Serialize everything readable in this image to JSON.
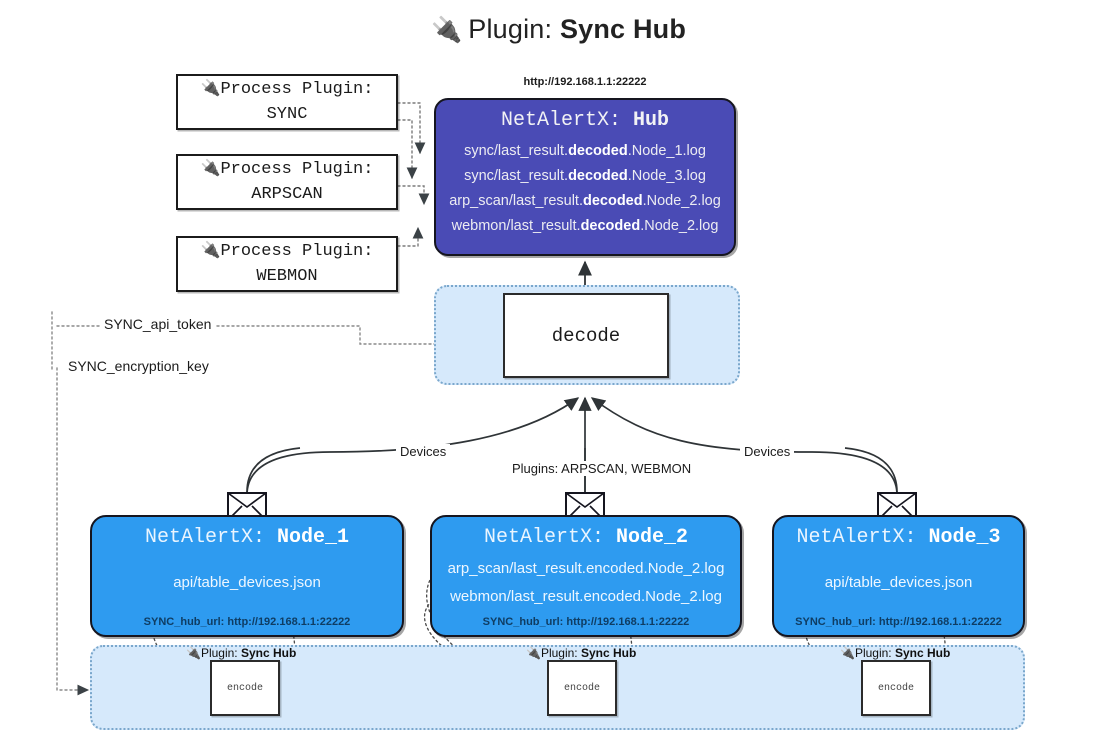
{
  "title": {
    "icon": "plug-icon",
    "glyph": "🔌",
    "prefix": "Plugin: ",
    "name": "Sync Hub"
  },
  "process_plugins": [
    {
      "glyph": "🔌",
      "line1": "Process Plugin:",
      "line2": "SYNC"
    },
    {
      "glyph": "🔌",
      "line1": "Process Plugin:",
      "line2": "ARPSCAN"
    },
    {
      "glyph": "🔌",
      "line1": "Process Plugin:",
      "line2": "WEBMON"
    }
  ],
  "hub": {
    "url": "http://192.168.1.1:22222",
    "prefix": "NetAlertX: ",
    "name": "Hub",
    "logs": [
      {
        "pre": "sync/last_result.",
        "mid": "decoded",
        "post": ".Node_1.log"
      },
      {
        "pre": "sync/last_result.",
        "mid": "decoded",
        "post": ".Node_3.log"
      },
      {
        "pre": "arp_scan/last_result.",
        "mid": "decoded",
        "post": ".Node_2.log"
      },
      {
        "pre": "webmon/last_result.",
        "mid": "decoded",
        "post": ".Node_2.log"
      }
    ]
  },
  "decode": {
    "label": "decode"
  },
  "secrets": [
    {
      "label": "SYNC_api_token"
    },
    {
      "label": "SYNC_encryption_key"
    }
  ],
  "edge_labels": {
    "devices_left": "Devices",
    "devices_right": "Devices",
    "plugins_mid": "Plugins: ARPSCAN, WEBMON"
  },
  "nodes": [
    {
      "prefix": "NetAlertX: ",
      "name": "Node_1",
      "lines": [
        "api/table_devices.json"
      ],
      "footer": "SYNC_hub_url: http://192.168.1.1:22222"
    },
    {
      "prefix": "NetAlertX: ",
      "name": "Node_2",
      "lines": [
        "arp_scan/last_result.encoded.Node_2.log",
        "webmon/last_result.encoded.Node_2.log"
      ],
      "footer": "SYNC_hub_url: http://192.168.1.1:22222"
    },
    {
      "prefix": "NetAlertX: ",
      "name": "Node_3",
      "lines": [
        "api/table_devices.json"
      ],
      "footer": "SYNC_hub_url: http://192.168.1.1:22222"
    }
  ],
  "plugin_strip": [
    {
      "glyph": "🔌",
      "prefix": "Plugin: ",
      "name": "Sync Hub",
      "box": "encode"
    },
    {
      "glyph": "🔌",
      "prefix": "Plugin: ",
      "name": "Sync Hub",
      "box": "encode"
    },
    {
      "glyph": "🔌",
      "prefix": "Plugin: ",
      "name": "Sync Hub",
      "box": "encode"
    }
  ],
  "colors": {
    "hub_fill": "#4a4bb5",
    "node_fill": "#2e9bf0",
    "cluster_fill": "#d6e9fb",
    "cluster_border": "#7aa7cc",
    "stroke": "#2b2b2b",
    "background": "#ffffff"
  }
}
